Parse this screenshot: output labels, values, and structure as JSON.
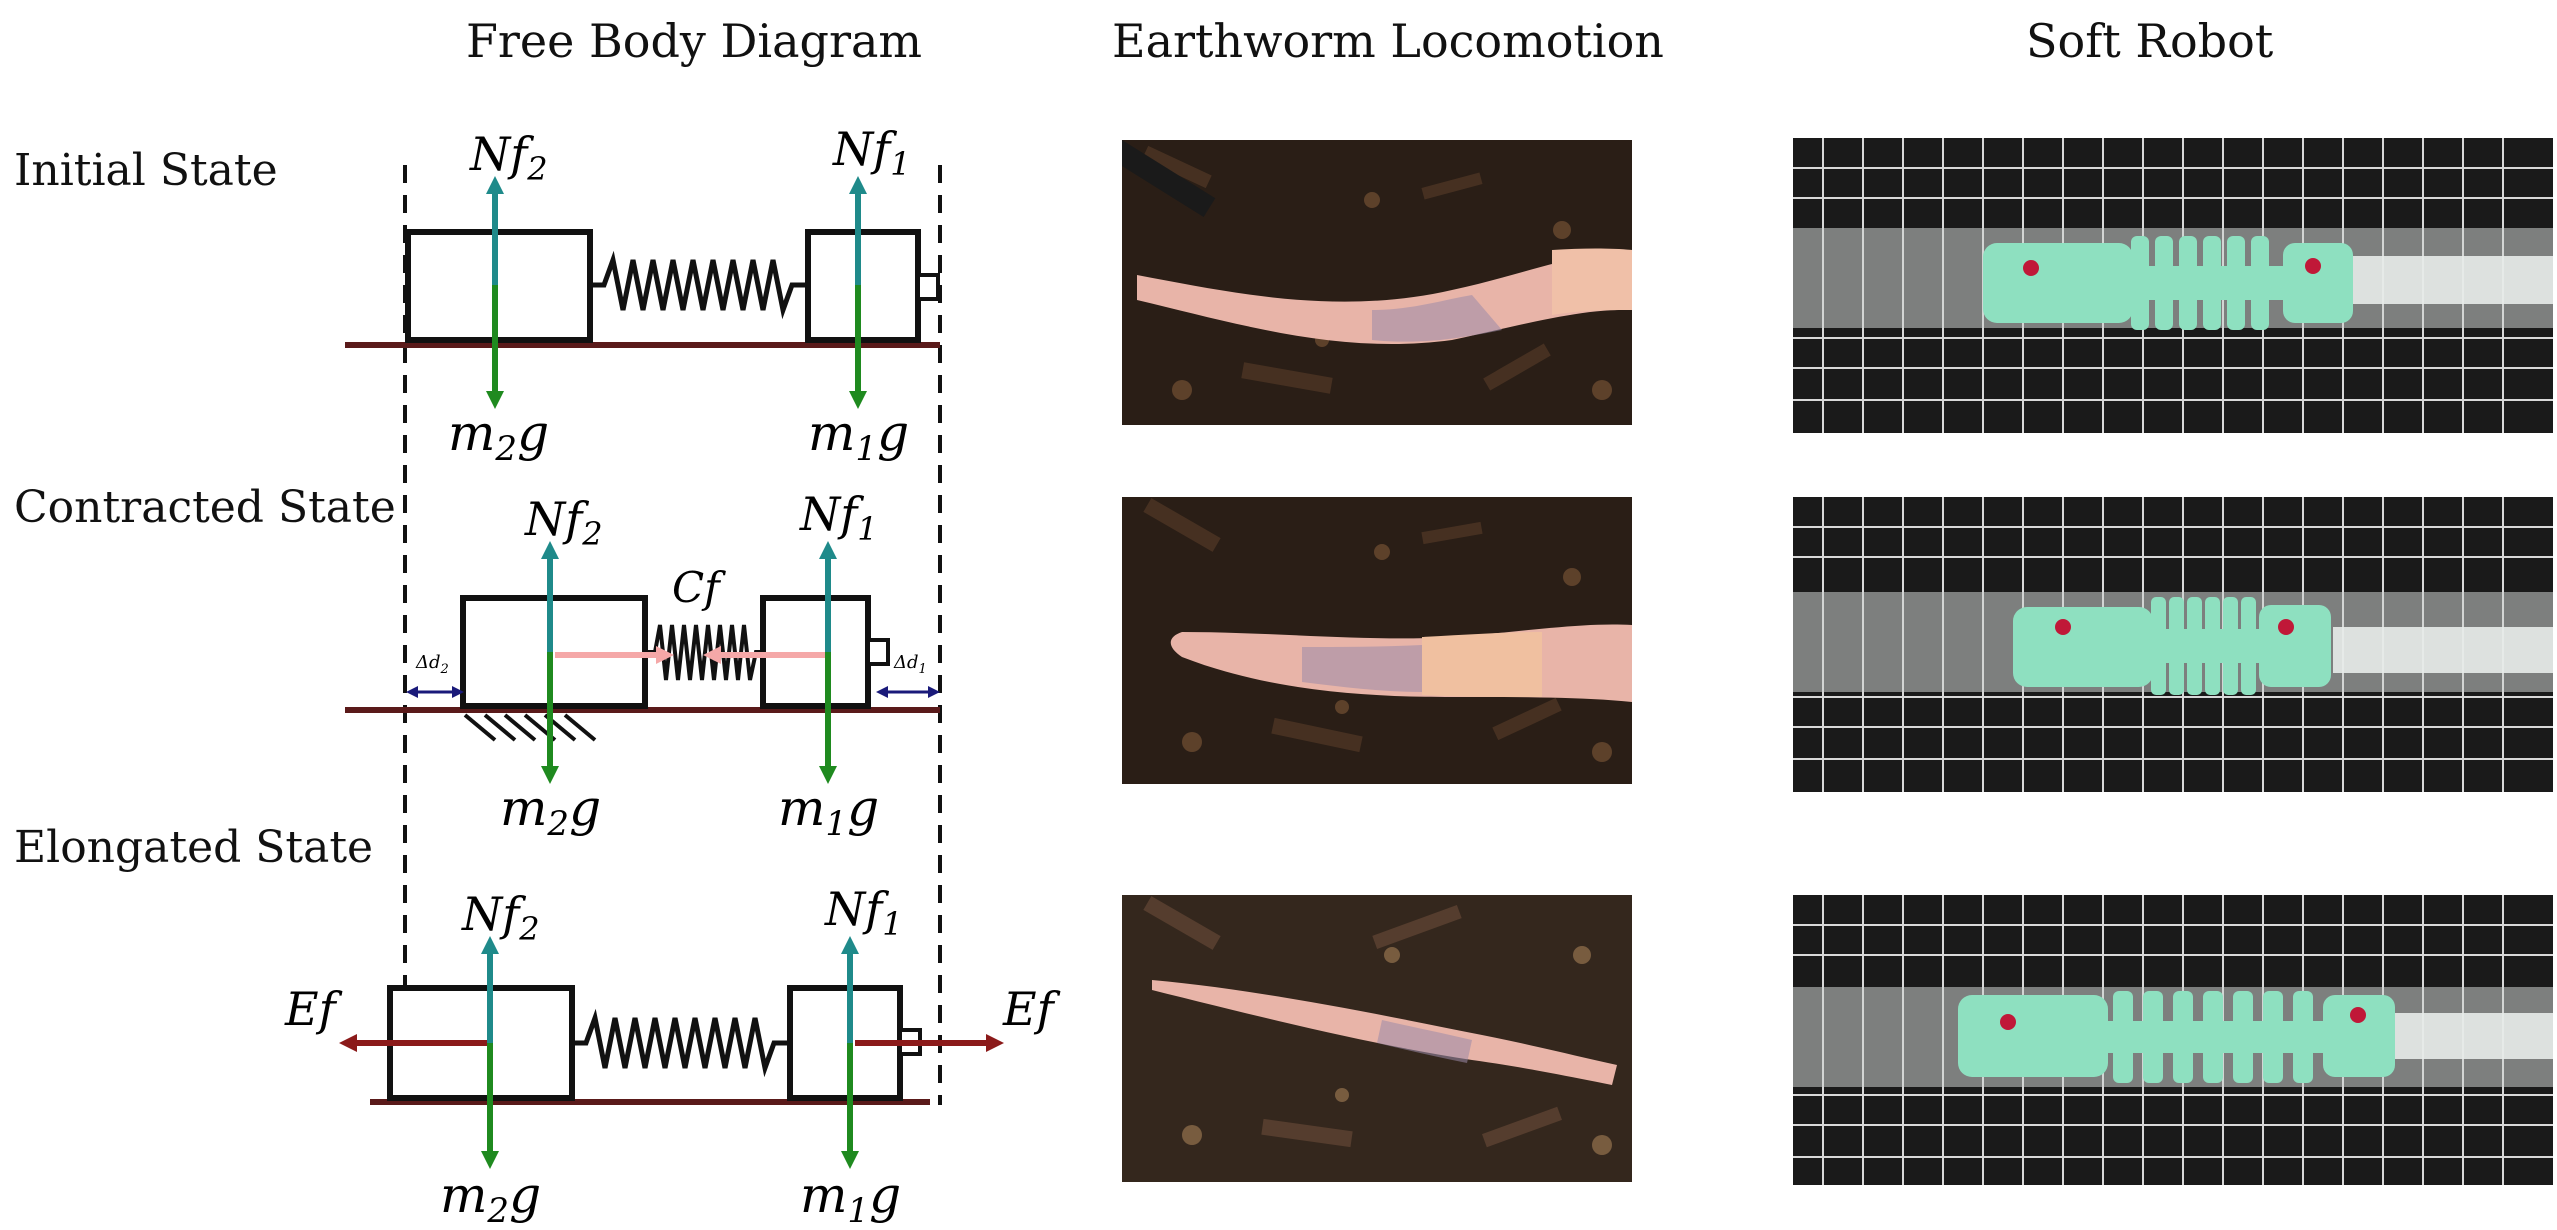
{
  "headers": {
    "fbd": "Free Body Diagram",
    "earthworm": "Earthworm Locomotion",
    "robot": "Soft Robot"
  },
  "states": {
    "initial": "Initial State",
    "contracted": "Contracted State",
    "elongated": "Elongated State"
  },
  "labels": {
    "nf2": "Nf",
    "nf2_sub": "2",
    "nf1": "Nf",
    "nf1_sub": "1",
    "m2g_m": "m",
    "m2g_sub": "2",
    "m2g_g": "g",
    "m1g_m": "m",
    "m1g_sub": "1",
    "m1g_g": "g",
    "cf": "Cf",
    "ef": "Ef",
    "dd2": "Δd",
    "dd2_sub": "2",
    "dd1": "Δd",
    "dd1_sub": "1"
  },
  "colors": {
    "normal_force": "#1f8a8a",
    "gravity": "#1f8a1f",
    "ground": "#5a1a1a",
    "contraction": "#f5a8a8",
    "elongation": "#8b1a1a",
    "displacement": "#1a1a7a",
    "robot_body": "#8ee0c0",
    "robot_marker": "#c01838",
    "worm": "#e8b4a8"
  }
}
